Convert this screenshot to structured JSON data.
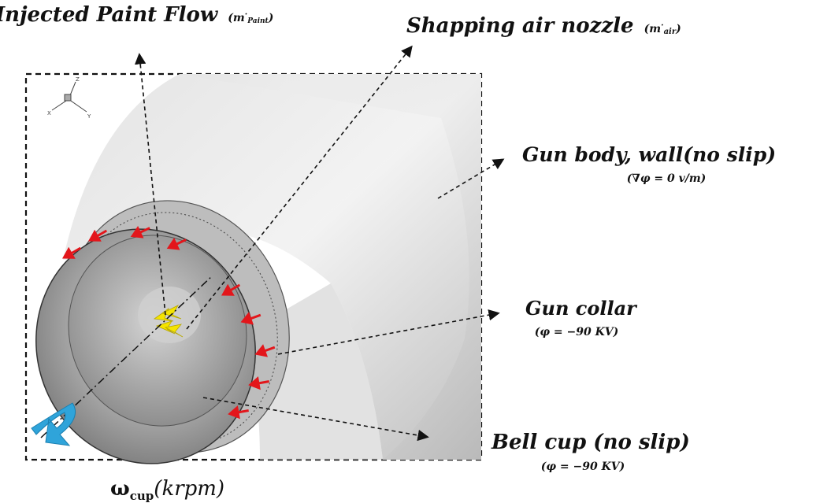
{
  "labels": {
    "injected_paint_flow": {
      "main": "Injected Paint Flow",
      "sub_open": "(m",
      "sub_sup": "·",
      "sub_idx": "Paint",
      "sub_close": ")"
    },
    "shaping_air_nozzle": {
      "main": "Shapping air nozzle",
      "sub_open": "(m",
      "sub_sup": "·",
      "sub_idx": "air",
      "sub_close": ")"
    },
    "gun_body": {
      "main": "Gun body, wall(no slip)",
      "sub": "(∇φ = 0 v/m)"
    },
    "gun_collar": {
      "main": "Gun collar",
      "sub": "(φ = −90 KV)"
    },
    "bell_cup": {
      "main": "Bell cup (no slip)",
      "sub": "(φ = −90 KV)"
    },
    "omega_cup": {
      "symbol": "ω",
      "idx": "cup",
      "unit": "(krpm)"
    }
  },
  "axes": {
    "z": "Z",
    "x": "X",
    "y": "Y"
  },
  "colors": {
    "arrow_red": "#e3161b",
    "arrow_yellow": "#f5e400",
    "rotation_arrow": "#2fa4da",
    "body_light": "#f4f4f4",
    "body_dark": "#7a7a7a"
  }
}
